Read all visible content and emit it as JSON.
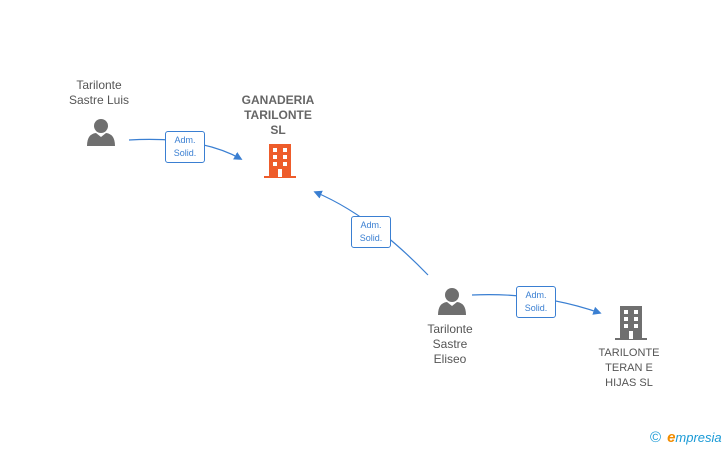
{
  "nodes": {
    "person_luis": {
      "label": "Tarilonte\nSastre Luis",
      "icon": "person-icon"
    },
    "company_ganaderia": {
      "label": "GANADERIA\nTARILONTE\nSL",
      "icon": "building-icon",
      "color": "#ee5c2b"
    },
    "person_eliseo": {
      "label": "Tarilonte\nSastre\nEliseo",
      "icon": "person-icon"
    },
    "company_teran": {
      "label": "TARILONTE\nTERAN E\nHIJAS  SL",
      "icon": "building-icon",
      "color": "#6f6f6f"
    }
  },
  "edges": [
    {
      "role_line1": "Adm.",
      "role_line2": "Solid."
    },
    {
      "role_line1": "Adm.",
      "role_line2": "Solid."
    },
    {
      "role_line1": "Adm.",
      "role_line2": "Solid."
    }
  ],
  "colors": {
    "edge": "#3a7fd2",
    "person": "#6f6f6f"
  },
  "brand": {
    "copyright": "©",
    "initial": "e",
    "rest": "mpresia"
  }
}
